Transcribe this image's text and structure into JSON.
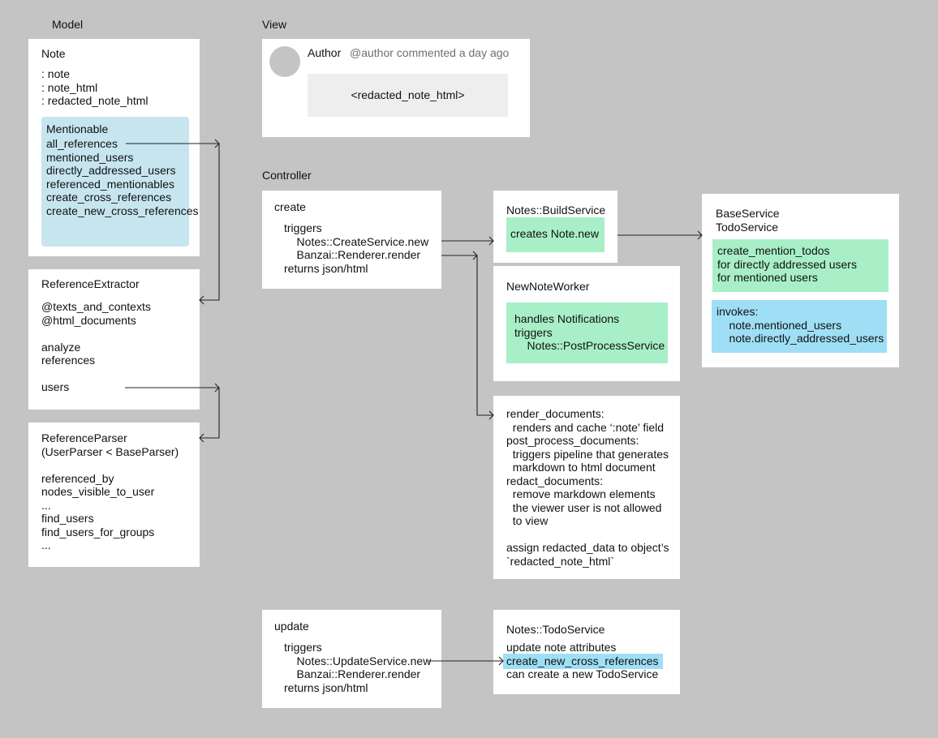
{
  "sections": {
    "model": "Model",
    "view": "View",
    "controller": "Controller"
  },
  "note_box": {
    "title": "Note",
    "attributes": [
      ": note",
      ": note_html",
      ": redacted_note_html"
    ],
    "mentionable": {
      "title": "Mentionable",
      "methods": [
        "all_references",
        "mentioned_users",
        "directly_addressed_users",
        "referenced_mentionables",
        "create_cross_references",
        "create_new_cross_references"
      ]
    }
  },
  "reference_extractor": {
    "title": "ReferenceExtractor",
    "lines": [
      "@texts_and_contexts",
      "@html_documents",
      "",
      "analyze",
      "references",
      "",
      "users"
    ]
  },
  "reference_parser": {
    "title": "ReferenceParser",
    "lines": [
      "(UserParser < BaseParser)",
      "",
      "referenced_by",
      "nodes_visible_to_user",
      "...",
      "find_users",
      "find_users_for_groups",
      "..."
    ]
  },
  "view_box": {
    "author": "Author",
    "meta": "@author commented a day ago",
    "content": "<redacted_note_html>"
  },
  "create_box": {
    "title": "create",
    "lines": [
      "triggers",
      "    Notes::CreateService.new",
      "    Banzai::Renderer.render",
      "returns json/html"
    ]
  },
  "build_service": {
    "title": "Notes::BuildService",
    "action": "creates Note.new"
  },
  "base_service": {
    "titles": [
      "BaseService",
      "TodoService"
    ],
    "green_lines": [
      "create_mention_todos",
      "for directly addressed users",
      "for mentioned users"
    ],
    "cyan_lines": [
      "invokes:",
      "    note.mentioned_users",
      "    note.directly_addressed_users"
    ]
  },
  "new_note_worker": {
    "title": "NewNoteWorker",
    "green_lines": [
      "handles Notifications",
      "triggers",
      "    Notes::PostProcessService"
    ]
  },
  "render_box": {
    "lines": [
      "render_documents:",
      "  renders and cache ‘:note’ field",
      "post_process_documents:",
      "  triggers pipeline that generates",
      "  markdown to html document",
      "redact_documents:",
      "  remove markdown elements",
      "  the viewer user is not allowed",
      "  to view",
      "",
      "assign redacted_data to object’s",
      "`redacted_note_html`"
    ]
  },
  "update_box": {
    "title": "update",
    "lines": [
      "triggers",
      "    Notes::UpdateService.new",
      "    Banzai::Renderer.render",
      "returns json/html"
    ]
  },
  "todo_service": {
    "title": "Notes::TodoService",
    "lines": [
      "update note attributes"
    ],
    "highlight": "create_new_cross_references",
    "after": [
      "can create a new TodoService"
    ]
  },
  "colors": {
    "background": "#c4c4c4",
    "box": "#ffffff",
    "mentionable": "#c6e5ef",
    "green": "#a8efc8",
    "cyan": "#9fdff5",
    "view_content": "#eeeeee"
  }
}
